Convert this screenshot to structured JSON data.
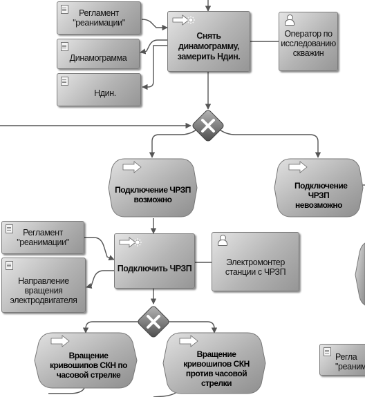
{
  "nodes": {
    "doc_reglament_1": "Регламент \"реанимации\"",
    "doc_dinamogramma": "Динамограмма",
    "doc_ndin": "Ндин.",
    "func_snyat": "Снять динамограмму, замерить Ндин.",
    "role_operator": "Оператор по исследованию скважин",
    "evt_vozmozhno": "Подключение ЧРЗП возможно",
    "evt_nevozmozhno": "Подключение ЧРЗП невозможно",
    "doc_reglament_2": "Регламент \"реанимации\"",
    "doc_napravlenie": "Направление вращения электродвигателя",
    "func_podkluchit": "Подключить ЧРЗП",
    "role_elektromonter": "Электромонтер станции с ЧРЗП",
    "evt_po_chasovoy": "Вращение кривошипов СКН по часовой стрелке",
    "evt_protiv_chasovoy": "Вращение кривошипов СКН против часовой стрелки",
    "doc_reglament_partial": "Регла \"реаним"
  },
  "colors": {
    "box_light": "#e4e4e4",
    "box_dark": "#969696",
    "line": "#555555",
    "xor_fill": "#7a7a7a"
  },
  "icons": {
    "document": "document-icon",
    "person": "person-icon",
    "function": "arrow-burst-icon",
    "event": "arrow-icon",
    "gateway": "xor-cross-icon"
  }
}
